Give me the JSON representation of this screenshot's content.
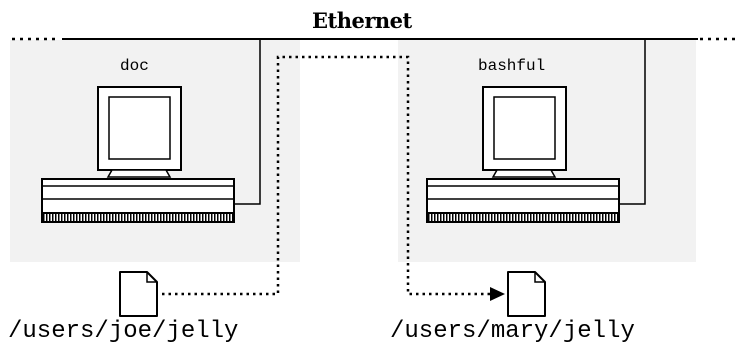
{
  "network": {
    "label": "Ethernet"
  },
  "hosts": [
    {
      "name": "doc"
    },
    {
      "name": "bashful"
    }
  ],
  "files": {
    "source": "/users/joe/jelly",
    "destination": "/users/mary/jelly"
  },
  "colors": {
    "ink": "#000000",
    "panel": "#f2f2f2",
    "background": "#ffffff"
  }
}
